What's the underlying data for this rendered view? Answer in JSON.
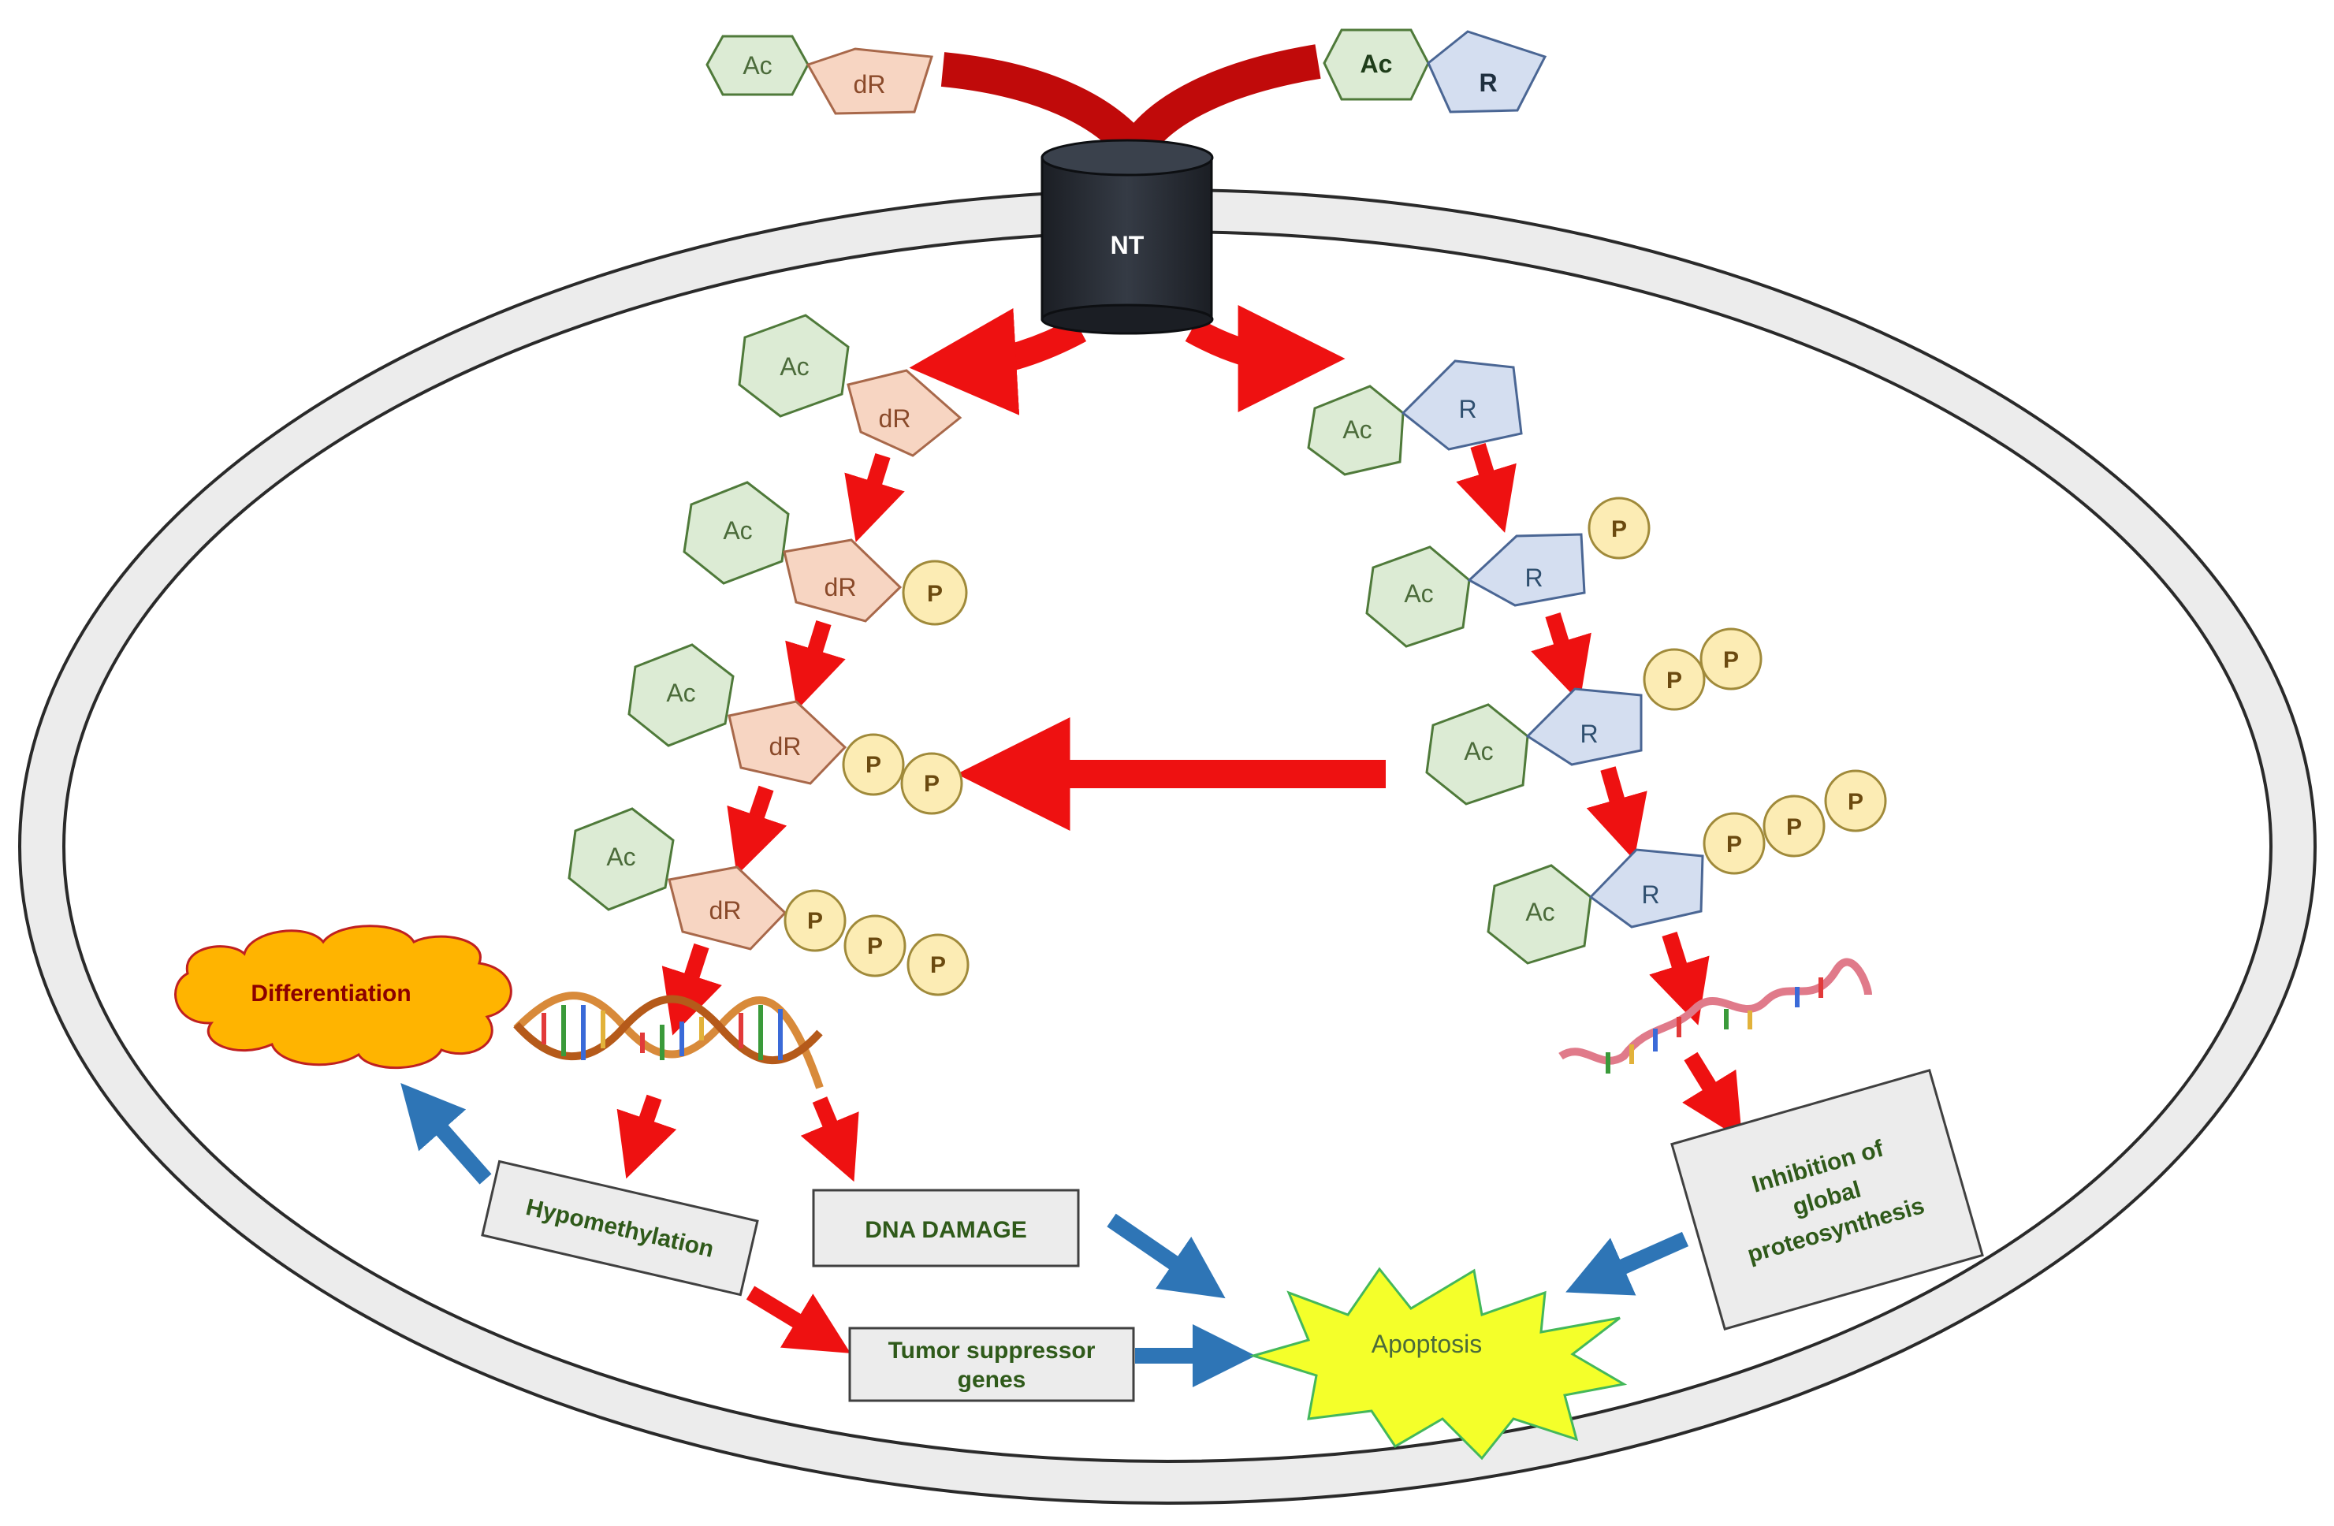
{
  "labels": {
    "ac": "Ac",
    "dr": "dR",
    "r": "R",
    "p": "P",
    "nt": "NT",
    "differentiation": "Differentiation",
    "hypomethylation": "Hypomethylation",
    "dna_damage": "DNA DAMAGE",
    "tumor_line1": "Tumor suppressor",
    "tumor_line2": "genes",
    "inhibition_line1": "Inhibition  of",
    "inhibition_line2": "global",
    "inhibition_line3": "proteosynthesis",
    "apoptosis": "Apoptosis"
  },
  "colors": {
    "hex_fill": "#dcebd4",
    "hex_stroke": "#4f7a3a",
    "dr_fill": "#f7d5c2",
    "dr_stroke": "#a8684a",
    "r_fill": "#d4def0",
    "r_stroke": "#4a6694",
    "p_fill": "#fcecb4",
    "p_stroke": "#a08a3a",
    "arrow_red": "#ee1111",
    "arrow_blue": "#2e75b6",
    "membrane": "#ececec",
    "transporter": "#262b33",
    "cloud": "#ffb400",
    "star": "#f4ff2a",
    "box_fill": "#ececec"
  }
}
